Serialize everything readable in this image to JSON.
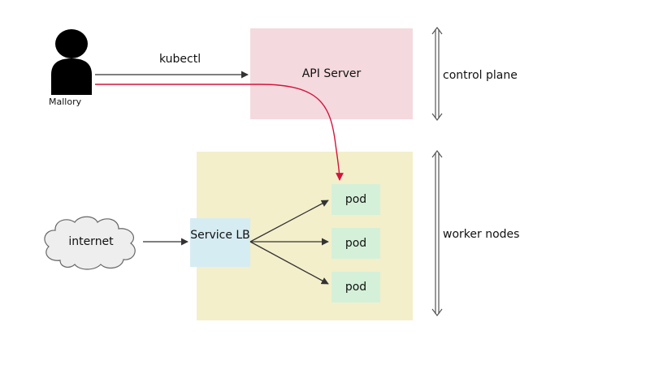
{
  "actor": {
    "name": "Mallory",
    "icon": "person-icon"
  },
  "edges": {
    "kubectl_label": "kubectl"
  },
  "control_plane": {
    "api_server_label": "API Server",
    "side_label": "control plane",
    "color": "#f4d9de"
  },
  "worker_nodes": {
    "side_label": "worker nodes",
    "color": "#f3efcb",
    "service_lb_label": "Service LB",
    "service_lb_color": "#d6ecf3",
    "pods": [
      {
        "label": "pod"
      },
      {
        "label": "pod"
      },
      {
        "label": "pod"
      }
    ],
    "pod_color": "#d4f0d9"
  },
  "internet": {
    "label": "internet",
    "icon": "cloud-icon"
  },
  "colors": {
    "attack_arrow": "#d4143c",
    "arrow": "#333333"
  }
}
